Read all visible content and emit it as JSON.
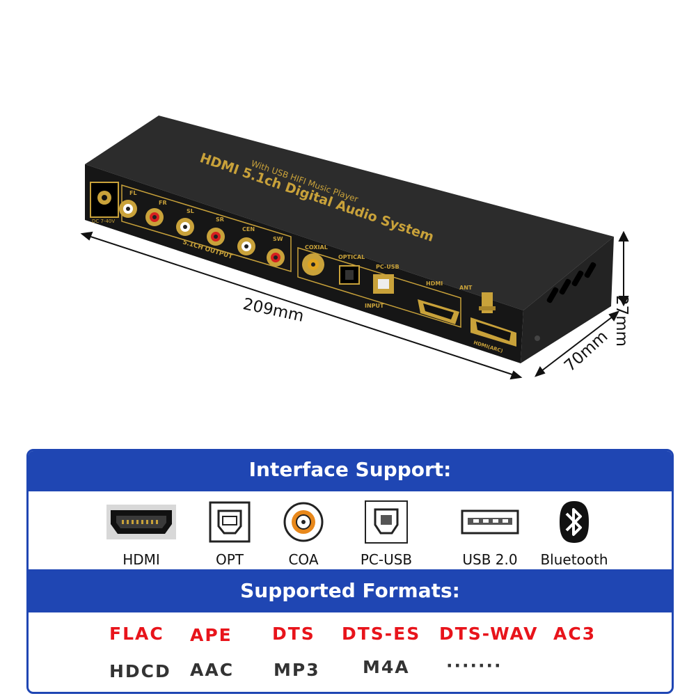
{
  "device": {
    "title": "HDMI 5.1ch Digital Audio System",
    "subtitle": "With USB HIFI Music Player",
    "dc_label": "DC 7-40V",
    "output_group_label": "5.1CH OUTPUT",
    "channels": [
      "FL",
      "FR",
      "SL",
      "SR",
      "CEN",
      "SW"
    ],
    "input_labels": [
      "COXIAL",
      "OPTICAL",
      "PC-USB",
      "HDMI"
    ],
    "input_group_label": "INPUT",
    "ant_label": "ANT",
    "arc_label": "HDMI(ARC)"
  },
  "dimensions": {
    "width": "209mm",
    "depth": "70mm",
    "height": "27mm"
  },
  "interface_support": {
    "title": "Interface Support:",
    "items": [
      {
        "label": "HDMI",
        "icon": "hdmi-port-icon"
      },
      {
        "label": "OPT",
        "icon": "optical-port-icon"
      },
      {
        "label": "COA",
        "icon": "coaxial-port-icon"
      },
      {
        "label": "PC-USB",
        "icon": "usb-b-port-icon"
      },
      {
        "label": "USB 2.0",
        "icon": "usb-a-port-icon"
      },
      {
        "label": "Bluetooth",
        "icon": "bluetooth-icon"
      }
    ]
  },
  "supported_formats": {
    "title": "Supported Formats:",
    "row1": [
      "FLAC",
      "APE",
      "DTS",
      "DTS-ES",
      "DTS-WAV",
      "AC3"
    ],
    "row2": [
      "HDCD",
      "AAC",
      "MP3",
      "M4A",
      "·······"
    ]
  },
  "colors": {
    "brand_blue": "#1f46b3",
    "format_red": "#e8141b",
    "device_gold": "#c9a23a"
  }
}
